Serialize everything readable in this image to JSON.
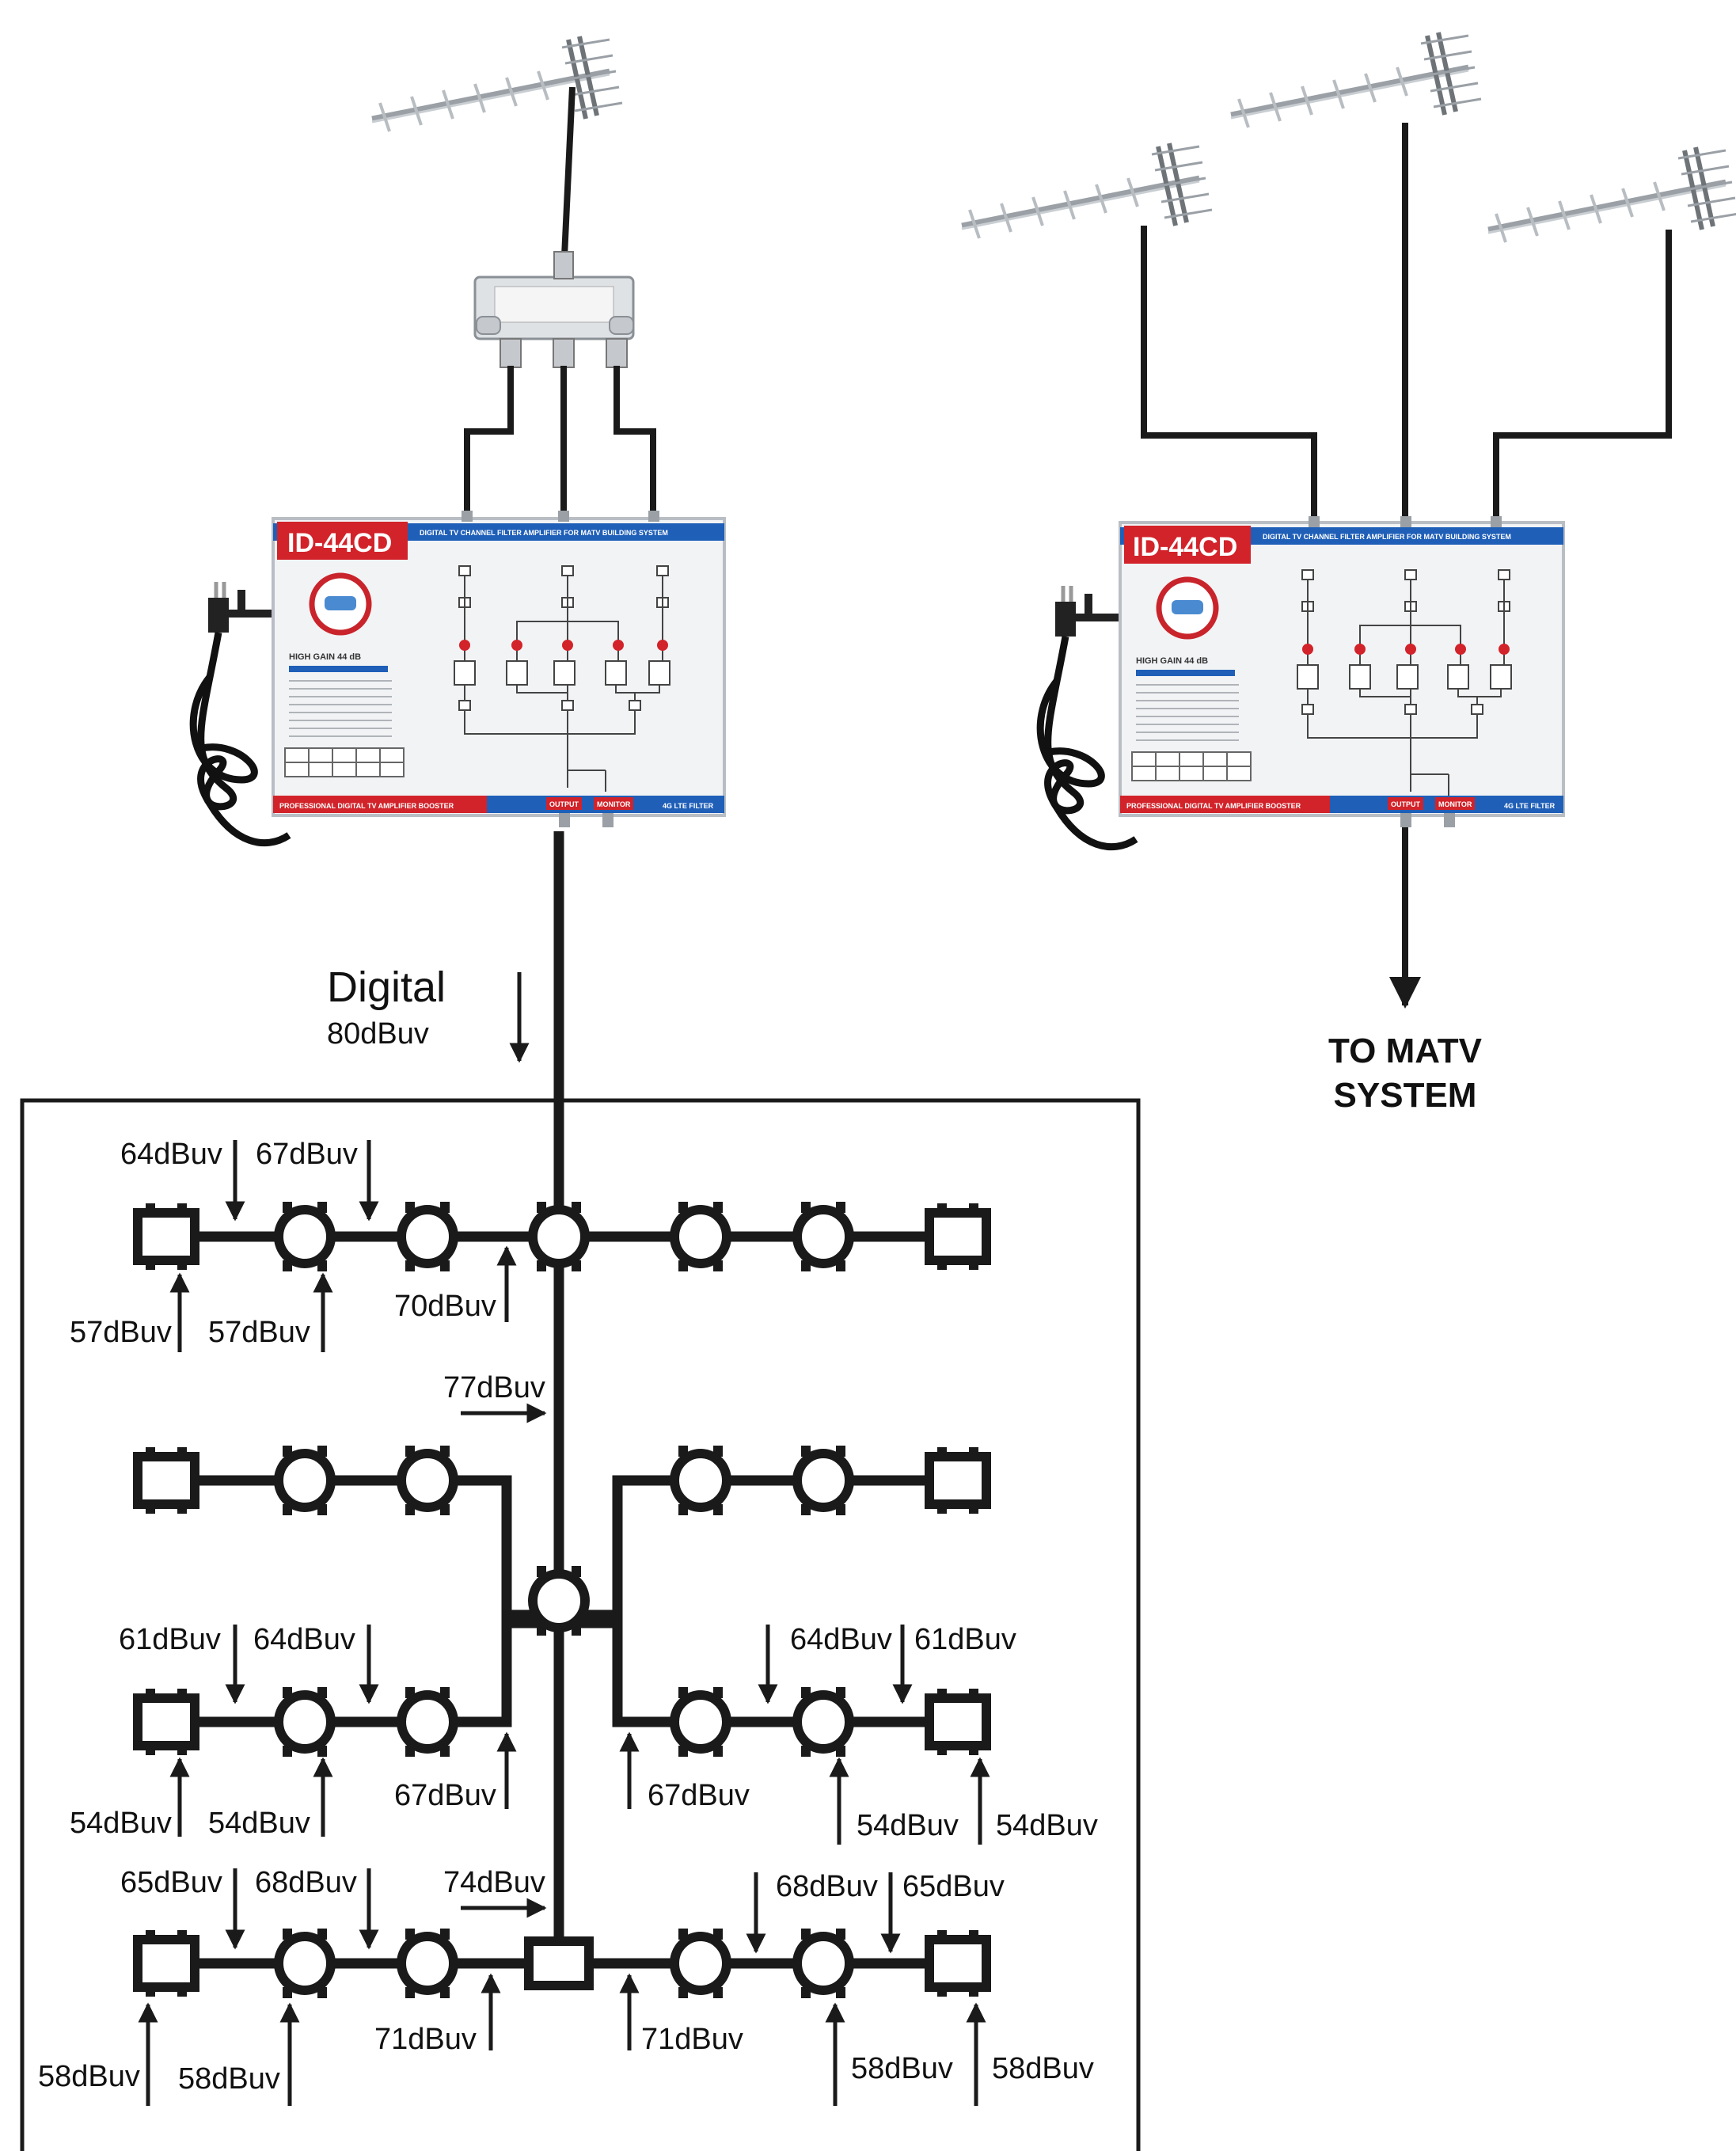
{
  "amplifiers": [
    {
      "model": "ID-44CD",
      "header": "DIGITAL TV CHANNEL FILTER AMPLIFIER FOR MATV BUILDING SYSTEM",
      "gain_label": "HIGH GAIN 44 dB",
      "footer": "PROFESSIONAL DIGITAL TV AMPLIFIER BOOSTER",
      "port_output": "OUTPUT",
      "port_monitor": "MONITOR",
      "filter_label": "4G LTE FILTER"
    },
    {
      "model": "ID-44CD",
      "header": "DIGITAL TV CHANNEL FILTER AMPLIFIER FOR MATV BUILDING SYSTEM",
      "gain_label": "HIGH GAIN 44 dB",
      "footer": "PROFESSIONAL DIGITAL TV AMPLIFIER BOOSTER",
      "port_output": "OUTPUT",
      "port_monitor": "MONITOR",
      "filter_label": "4G LTE FILTER"
    }
  ],
  "input_signal": {
    "title": "Digital",
    "level": "80dBuv"
  },
  "to_matv": {
    "line1": "TO MATV",
    "line2": "SYSTEM"
  },
  "levels": {
    "r1_top_a": "64dBuv",
    "r1_top_b": "67dBuv",
    "r1_bot_a": "57dBuv",
    "r1_bot_b": "57dBuv",
    "r1_mid": "70dBuv",
    "riser_77": "77dBuv",
    "r3_top_a": "61dBuv",
    "r3_top_b": "64dBuv",
    "r3_top_c": "64dBuv",
    "r3_top_d": "61dBuv",
    "r3_bot_a": "54dBuv",
    "r3_bot_b": "54dBuv",
    "r3_mid_l": "67dBuv",
    "r3_mid_r": "67dBuv",
    "r3_bot_c": "54dBuv",
    "r3_bot_d": "54dBuv",
    "r4_top_a": "65dBuv",
    "r4_top_b": "68dBuv",
    "riser_74": "74dBuv",
    "r4_top_c": "68dBuv",
    "r4_top_d": "65dBuv",
    "r4_mid_l": "71dBuv",
    "r4_mid_r": "71dBuv",
    "r4_bot_a": "58dBuv",
    "r4_bot_b": "58dBuv",
    "r4_bot_c": "58dBuv",
    "r4_bot_d": "58dBuv"
  }
}
